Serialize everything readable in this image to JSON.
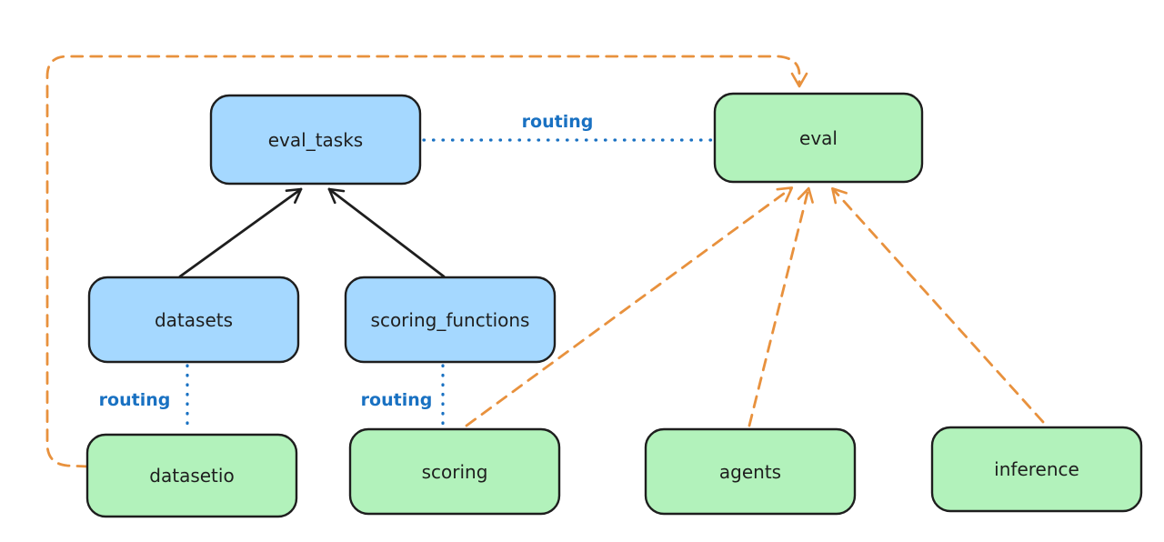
{
  "diagram": {
    "description": "architecture diagram",
    "colors": {
      "background": "#ffffff",
      "node_stroke": "#1e1e1e",
      "node_text": "#1e1e1e",
      "blue_node_fill": "#a5d8ff",
      "green_node_fill": "#b2f2bb",
      "routing_blue": "#1971c2",
      "dashed_orange": "#e8913d",
      "solid_arrow_black": "#1e1e1e"
    },
    "nodes": {
      "eval_tasks": {
        "label": "eval_tasks",
        "fill": "blue"
      },
      "eval": {
        "label": "eval",
        "fill": "green"
      },
      "datasets": {
        "label": "datasets",
        "fill": "blue"
      },
      "scoring_functions": {
        "label": "scoring_functions",
        "fill": "blue"
      },
      "datasetio": {
        "label": "datasetio",
        "fill": "green"
      },
      "scoring": {
        "label": "scoring",
        "fill": "green"
      },
      "agents": {
        "label": "agents",
        "fill": "green"
      },
      "inference": {
        "label": "inference",
        "fill": "green"
      }
    },
    "edge_labels": {
      "routing_top": "routing",
      "routing_left": "routing",
      "routing_middle": "routing"
    },
    "edges": [
      {
        "from": "datasets",
        "to": "eval_tasks",
        "style": "solid",
        "color": "black",
        "arrowhead": true
      },
      {
        "from": "scoring_functions",
        "to": "eval_tasks",
        "style": "solid",
        "color": "black",
        "arrowhead": true
      },
      {
        "from": "eval_tasks",
        "to": "eval",
        "style": "dotted",
        "color": "blue",
        "arrowhead": false,
        "label": "routing"
      },
      {
        "from": "datasets",
        "to": "datasetio",
        "style": "dotted",
        "color": "blue",
        "arrowhead": false,
        "label": "routing"
      },
      {
        "from": "scoring_functions",
        "to": "scoring",
        "style": "dotted",
        "color": "blue",
        "arrowhead": false,
        "label": "routing"
      },
      {
        "from": "datasetio",
        "to": "eval",
        "style": "dashed",
        "color": "orange",
        "arrowhead": true,
        "route": "elbow-around-top-left"
      },
      {
        "from": "scoring",
        "to": "eval",
        "style": "dashed",
        "color": "orange",
        "arrowhead": true
      },
      {
        "from": "agents",
        "to": "eval",
        "style": "dashed",
        "color": "orange",
        "arrowhead": true
      },
      {
        "from": "inference",
        "to": "eval",
        "style": "dashed",
        "color": "orange",
        "arrowhead": true
      }
    ]
  }
}
